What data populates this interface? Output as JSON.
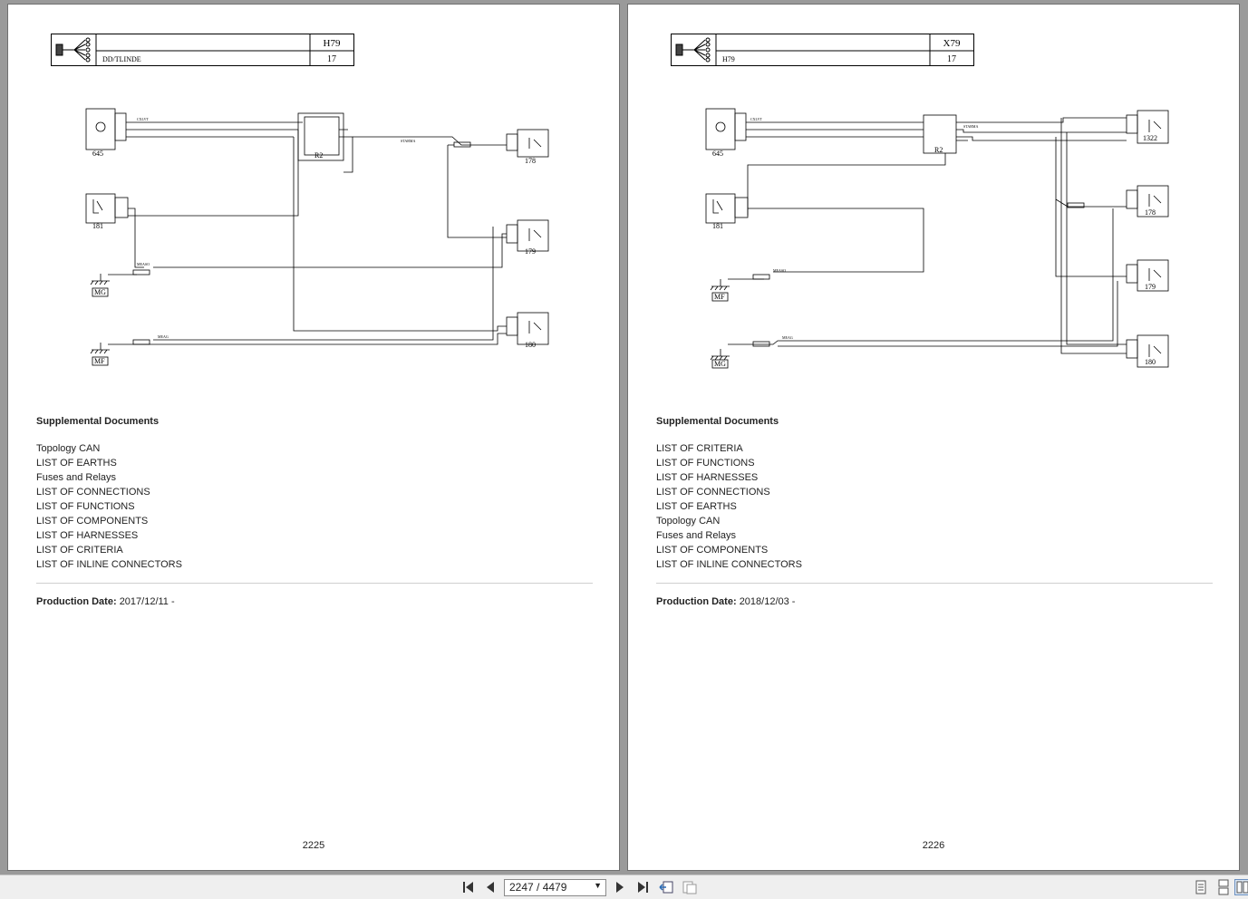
{
  "pages": [
    {
      "title_ref": "H79",
      "title_num": "17",
      "title_sub": "DD/TLINDE",
      "diagram": {
        "components": [
          "645",
          "181",
          "R2",
          "178",
          "179",
          "180",
          "MG",
          "MF"
        ],
        "wires": [
          "CXLVT",
          "STARMA",
          "MEASO",
          "MEAG"
        ]
      },
      "docs_heading": "Supplemental Documents",
      "docs": [
        "Topology CAN",
        "LIST OF EARTHS",
        "Fuses and Relays",
        "LIST OF CONNECTIONS",
        "LIST OF FUNCTIONS",
        "LIST OF COMPONENTS",
        "LIST OF HARNESSES",
        "LIST OF CRITERIA",
        "LIST OF INLINE CONNECTORS"
      ],
      "production_label": "Production Date:",
      "production_value": "2017/12/11 -",
      "page_number": "2225"
    },
    {
      "title_ref": "X79",
      "title_num": "17",
      "title_sub": "H79",
      "diagram": {
        "components": [
          "645",
          "181",
          "R2",
          "1322",
          "178",
          "179",
          "180",
          "MF",
          "MG"
        ],
        "wires": [
          "STARMA",
          "CXLVT",
          "MEASO",
          "MEAG"
        ]
      },
      "docs_heading": "Supplemental Documents",
      "docs": [
        "LIST OF CRITERIA",
        "LIST OF FUNCTIONS",
        "LIST OF HARNESSES",
        "LIST OF CONNECTIONS",
        "LIST OF EARTHS",
        "Topology CAN",
        "Fuses and Relays",
        "LIST OF COMPONENTS",
        "LIST OF INLINE CONNECTORS"
      ],
      "production_label": "Production Date:",
      "production_value": "2018/12/03 -",
      "page_number": "2226"
    }
  ],
  "toolbar": {
    "page_indicator": "2247 / 4479",
    "icons": [
      "first-page-icon",
      "prev-page-icon",
      "next-page-icon",
      "last-page-icon",
      "go-back-view-icon",
      "go-forward-view-icon",
      "single-page-view-icon",
      "continuous-view-icon",
      "facing-view-icon"
    ]
  }
}
